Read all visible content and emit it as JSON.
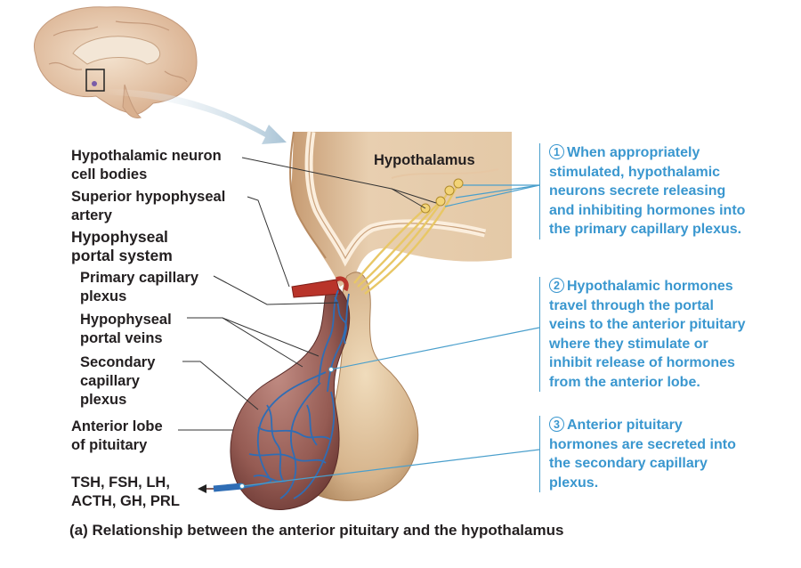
{
  "labels": {
    "neuron": [
      "Hypothalamic neuron",
      "cell bodies"
    ],
    "artery": [
      "Superior hypophyseal",
      "artery"
    ],
    "portal_system": [
      "Hypophyseal",
      "portal system"
    ],
    "primary_plexus": [
      "Primary capillary",
      "plexus"
    ],
    "portal_veins": [
      "Hypophyseal",
      "portal veins"
    ],
    "secondary_plexus": [
      "Secondary",
      "capillary",
      "plexus"
    ],
    "anterior_lobe": [
      "Anterior lobe",
      "of pituitary"
    ],
    "hormones": [
      "TSH, FSH, LH,",
      "ACTH, GH, PRL"
    ],
    "hypothalamus": "Hypothalamus"
  },
  "steps": [
    {
      "num": "1",
      "lines": [
        "When appropriately",
        "stimulated, hypothalamic",
        "neurons secrete releasing",
        "and inhibiting hormones into",
        "the primary capillary plexus."
      ]
    },
    {
      "num": "2",
      "lines": [
        "Hypothalamic hormones",
        "travel through the portal",
        "veins to the anterior pituitary",
        "where they stimulate or",
        "inhibit release of hormones",
        "from the anterior lobe."
      ]
    },
    {
      "num": "3",
      "lines": [
        "Anterior pituitary",
        "hormones are secreted into",
        "the secondary capillary",
        "plexus."
      ]
    }
  ],
  "caption": "(a) Relationship between the anterior pituitary and the hypothalamus",
  "colors": {
    "step_text": "#3a97cf",
    "leader_blue": "#4a9fcc",
    "vein": "#2f6db5",
    "artery": "#c0392b",
    "anterior_lobe": "#a56a63",
    "posterior_lobe": "#dcbf96",
    "brain_tissue": "#edd5ba"
  }
}
